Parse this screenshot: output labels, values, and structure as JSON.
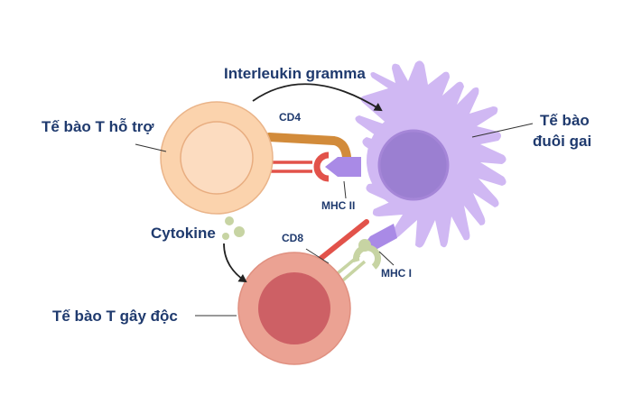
{
  "labels": {
    "interleukin": "Interleukin gramma",
    "t_helper": "Tế bào T hỗ trợ",
    "cd4": "CD4",
    "dendritic_line1": "Tế bào",
    "dendritic_line2": "đuôi gai",
    "mhc2": "MHC II",
    "cytokine": "Cytokine",
    "cd8": "CD8",
    "mhc1": "MHC I",
    "t_cytotoxic": "Tế bào T gây độc"
  },
  "colors": {
    "text": "#1f3a6e",
    "helper_outer": "#fbd3ad",
    "helper_inner": "#fcdcc0",
    "helper_stroke": "#eab489",
    "dendritic_body": "#d0b8f3",
    "dendritic_nucleus": "#9b7fd1",
    "cytotoxic_outer": "#eba293",
    "cytotoxic_inner": "#cd6065",
    "cd4_color": "#d28b3a",
    "tcr_red": "#e2524a",
    "mhc_purple": "#a98ae6",
    "cytokine_green": "#c7d4a3"
  }
}
